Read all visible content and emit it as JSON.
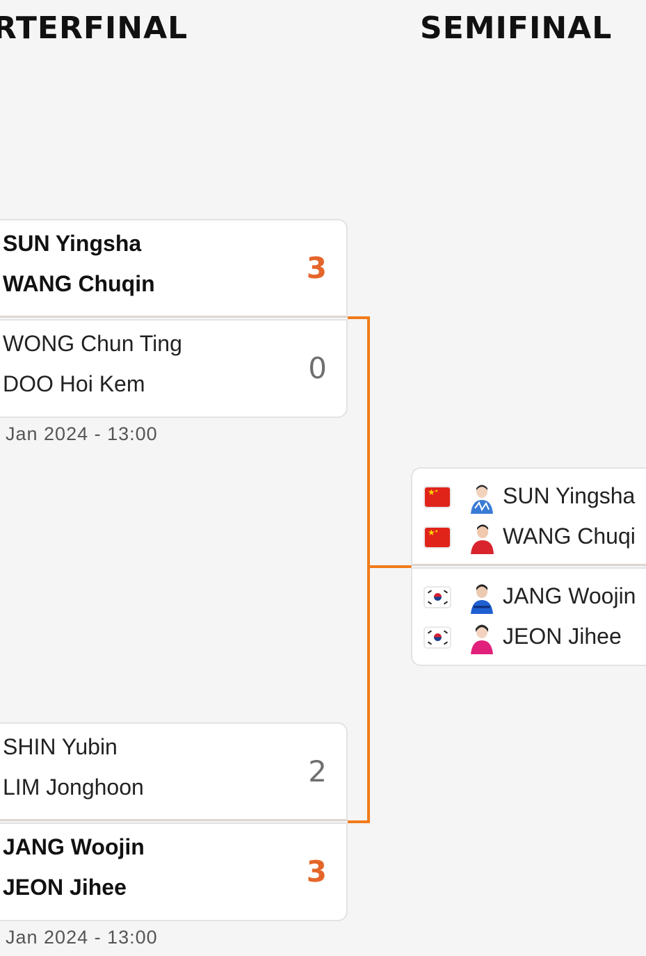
{
  "rounds": {
    "quarterfinal": "RTERFINAL",
    "semifinal": "SEMIFINAL"
  },
  "quarterfinals": [
    {
      "teams": [
        {
          "players": [
            "SUN Yingsha",
            "WANG Chuqin"
          ],
          "score": "3",
          "winner": true
        },
        {
          "players": [
            "WONG Chun Ting",
            "DOO Hoi Kem"
          ],
          "score": "0",
          "winner": false
        }
      ],
      "time": "Jan 2024 - 13:00"
    },
    {
      "teams": [
        {
          "players": [
            "SHIN Yubin",
            "LIM Jonghoon"
          ],
          "score": "2",
          "winner": false
        },
        {
          "players": [
            "JANG Woojin",
            "JEON Jihee"
          ],
          "score": "3",
          "winner": true
        }
      ],
      "time": "Jan 2024 - 13:00"
    }
  ],
  "semifinal": {
    "teams": [
      {
        "players": [
          {
            "name": "SUN Yingsha",
            "flag": "china-flag"
          },
          {
            "name": "WANG Chuqi",
            "flag": "china-flag"
          }
        ]
      },
      {
        "players": [
          {
            "name": "JANG Woojin",
            "flag": "korea-flag"
          },
          {
            "name": "JEON Jihee",
            "flag": "korea-flag"
          }
        ]
      }
    ]
  },
  "colors": {
    "accent": "#f07b1a",
    "winner_score": "#e5662a",
    "background": "#f5f5f5"
  }
}
